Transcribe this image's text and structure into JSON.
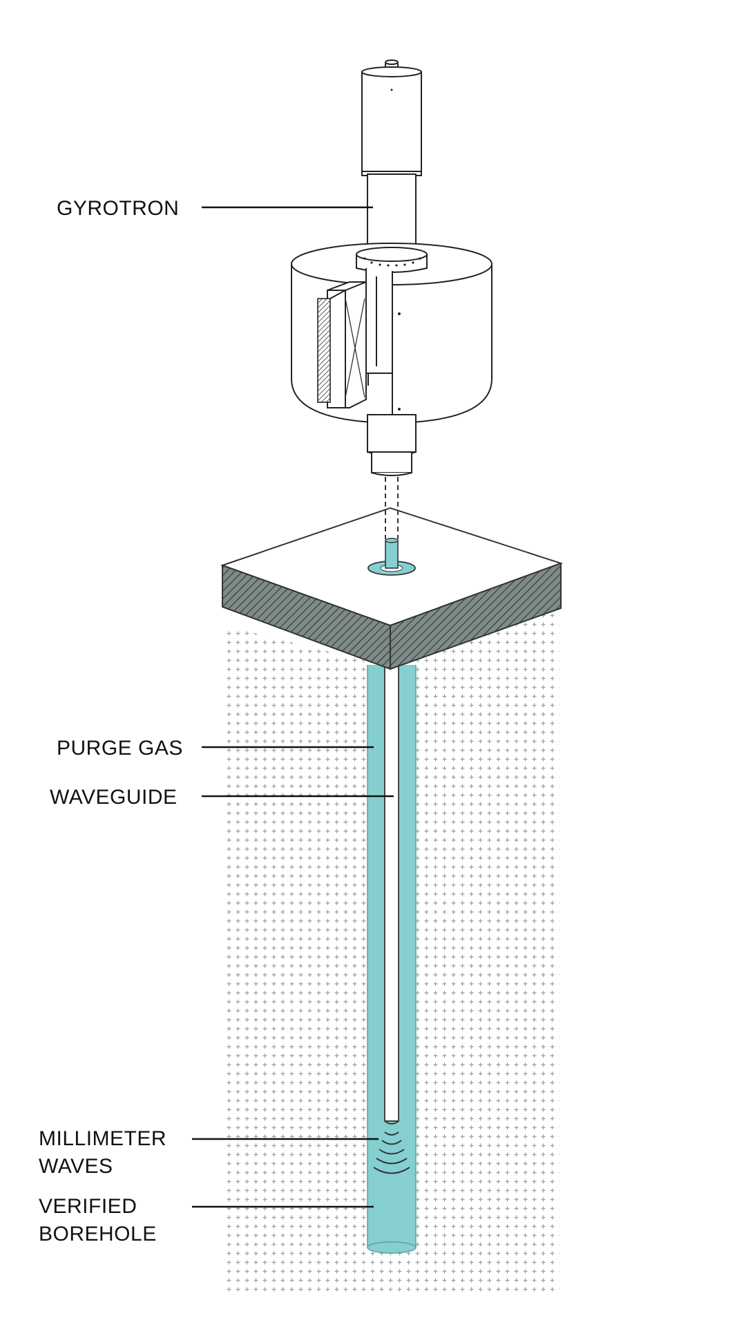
{
  "labels": {
    "gyrotron": "GYROTRON",
    "purge_gas": "PURGE GAS",
    "waveguide": "WAVEGUIDE",
    "millimeter_waves": [
      "MILLIMETER",
      "WAVES"
    ],
    "verified_borehole": [
      "VERIFIED",
      "BOREHOLE"
    ]
  },
  "colors": {
    "teal": "#86cfd1",
    "line": "#222222",
    "ground_dot": "#9aa09a",
    "slab_hatch": "#4d5c59"
  }
}
